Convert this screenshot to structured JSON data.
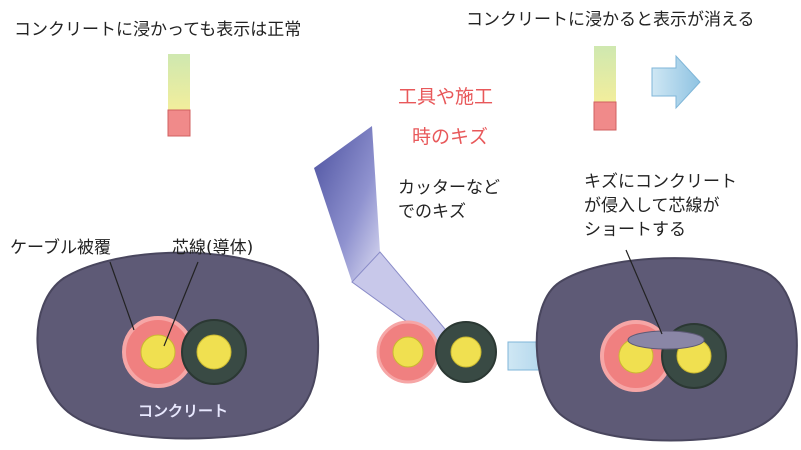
{
  "top_left_label": "コンクリートに浸かっても表示は正常",
  "top_right_label": "コンクリートに浸かると表示が消える",
  "tool_damage_label": [
    "工具や施工",
    "時のキズ"
  ],
  "cutter_label": [
    "カッターなど",
    "でのキズ"
  ],
  "short_label": [
    "キズにコンクリート",
    "が侵入して芯線が",
    "ショートする"
  ],
  "sheath_label": "ケーブル被覆",
  "core_label": "芯線(導体)",
  "concrete_label": "コンクリート",
  "colors": {
    "concrete": "#5e5a76",
    "sheath_red": "#f08080",
    "sheath_dark": "#394a44",
    "core": "#f0e050",
    "indicator_green": "#cfe8b0",
    "indicator_yellow": "#f2ee9c",
    "indicator_red": "#f08a8a",
    "arrow": "#a9d4ec",
    "tool_blade": "#6f72b8",
    "text_red": "#e8585a"
  }
}
